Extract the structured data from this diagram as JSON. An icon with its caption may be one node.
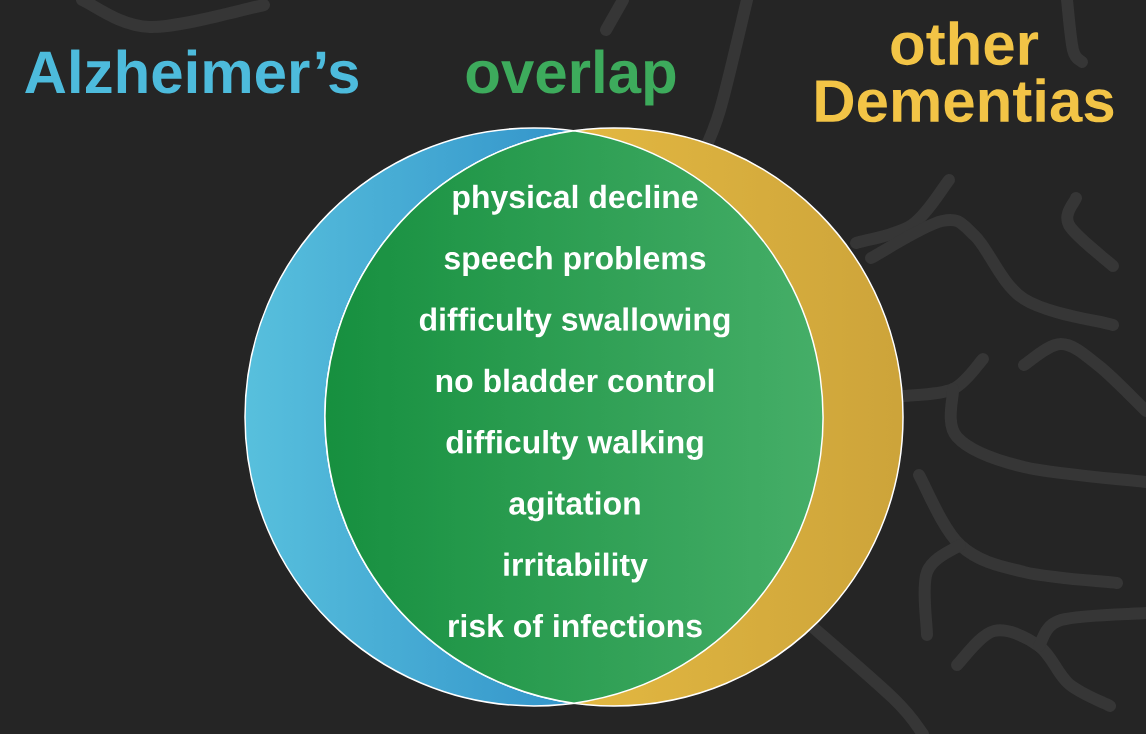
{
  "diagram": {
    "nodes": [
      {
        "text": [
          "Alzheimer’s"
        ]
      },
      {
        "text": [
          "overlap",
          "physical decline",
          "speech problems",
          "difficulty swallowing",
          "no bladder control",
          "difficulty walking",
          "agitation",
          "irritability",
          "risk of infections"
        ]
      },
      {
        "text": [
          "other Dementias"
        ]
      }
    ]
  }
}
